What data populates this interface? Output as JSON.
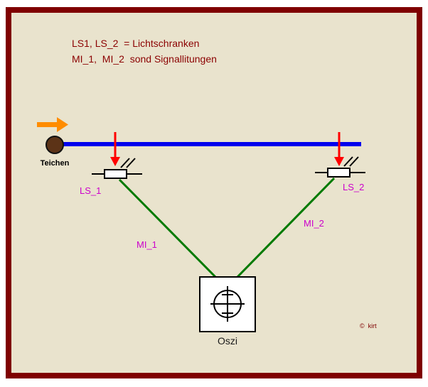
{
  "legend": {
    "line1": "LS1, LS_2  = Lichtschranken",
    "line2": "MI_1,  MI_2  sond Signallitungen"
  },
  "labels": {
    "particle": "Teichen",
    "sensor1": "LS_1",
    "sensor2": "LS_2",
    "signal1": "MI_1",
    "signal2": "MI_2",
    "oscilloscope": "Oszi",
    "copyright": "©  kirt"
  },
  "colors": {
    "frame": "#7F0000",
    "background": "#E9E3CD",
    "track_blue": "#0000EE",
    "arrow_red": "#FF0000",
    "arrow_orange": "#FF8C00",
    "signal_green": "#007A00",
    "label_magenta": "#CC00CC",
    "legend_text": "#8B0000",
    "particle_brown": "#5C3317"
  }
}
